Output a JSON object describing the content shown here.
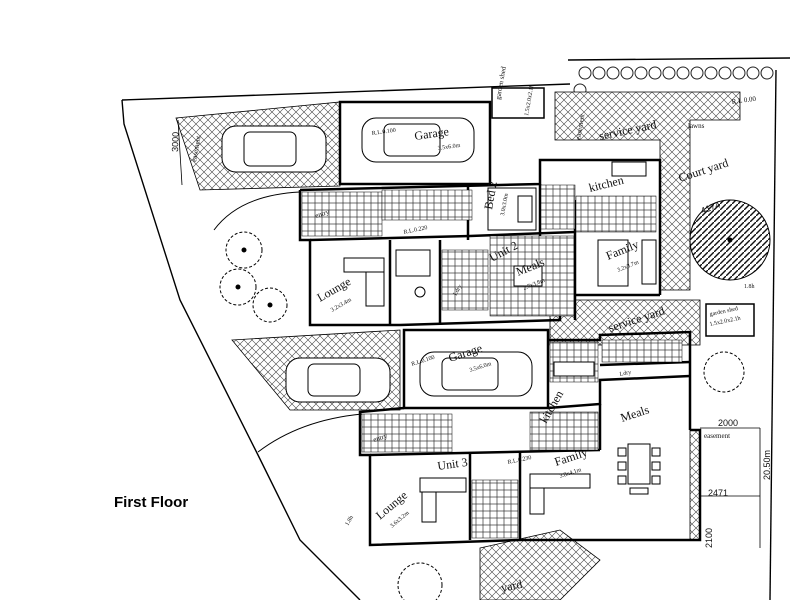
{
  "caption": "First Floor",
  "labels": {
    "garage_top": "Garage",
    "garage_top_size": "3.5x6.0m",
    "rl_garage_top": "R.L.0.100",
    "garden_shed_top": "garden shed",
    "garden_shed_top_size": "1.5x2.0x2.1h",
    "rl_top_right": "R.L 0.00",
    "easement_top": "easement",
    "service_yard_top": "service yard",
    "lawns": "lawns",
    "kitchen_u2": "kitchen",
    "court_yard": "Court yard",
    "bed2": "Bed 2",
    "bed2_size": "3.0x3.0m",
    "entry_u2": "entry",
    "rl_entry_u2": "R.L.0.220",
    "unit2": "Unit 2",
    "meals_u2": "Meals",
    "meals_u2_size": "2.7x3.8m",
    "family_u2": "Family",
    "family_u2_size": "3.2x3.7m",
    "lounge_u2": "Lounge",
    "lounge_u2_size": "3.2x3.4m",
    "ldry_u2": "Ldry",
    "fence_note": "1.8h",
    "service_yard_mid": "service yard",
    "garden_shed_mid": "garden shed",
    "garden_shed_mid_size": "1.5x2.0x2.1h",
    "garage_mid": "Garage",
    "garage_mid_size": "3.5x6.0m",
    "rl_garage_mid": "R.L.0.100",
    "kitchen_u3": "kitchen",
    "ldry_u3": "Ldry",
    "meals_u3": "Meals",
    "entry_u3": "entry",
    "unit3": "Unit 3",
    "rl_u3": "R.L.0.230",
    "family_u3": "Family",
    "family_u3_size": "3.8x4.1m",
    "lounge_u3": "Lounge",
    "lounge_u3_size": "3.6x3.2m",
    "easement_mid": "easement",
    "easement_left": "easement",
    "dim_2000": "2000",
    "dim_2471": "2471",
    "dim_2050": "20.50m",
    "dim_3000": "3000",
    "dim_2100": "2100",
    "dim_4174": "4174",
    "yard_bottom": "yard",
    "dim_1_8h_bottom": "1.8h"
  }
}
